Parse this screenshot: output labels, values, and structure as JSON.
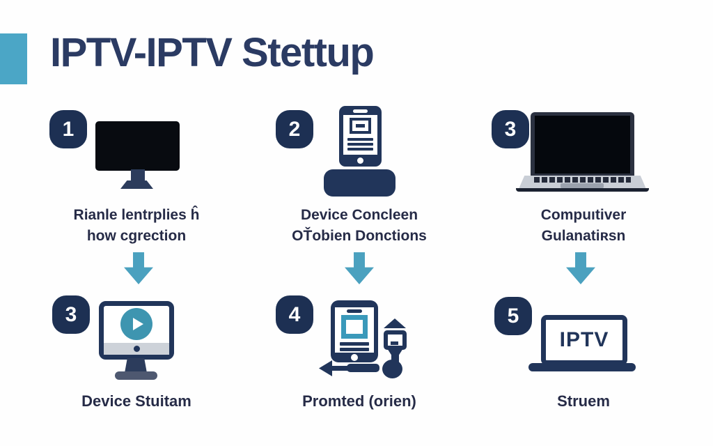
{
  "title": "IPTV-IPTV Stettup",
  "colors": {
    "navy": "#21355a",
    "badge_navy": "#1d3053",
    "teal_accent": "#4ba6c6",
    "teal_arrow": "#4ba1bf",
    "teal_play": "#3e95b0",
    "caption_text": "#262b47",
    "title_text": "#2b3b63"
  },
  "steps": [
    {
      "number": "1",
      "icon": "tv-icon",
      "caption": [
        "Rianle lentrplies ĥ",
        "how cgrection"
      ]
    },
    {
      "number": "2",
      "icon": "tablet-on-box-icon",
      "caption": [
        "Device Concleen",
        "OŤobien Donctions"
      ]
    },
    {
      "number": "3",
      "icon": "laptop-icon",
      "caption": [
        "Compuıtiver",
        "Gulanatiʀsn"
      ]
    },
    {
      "number": "3",
      "icon": "monitor-play-icon",
      "caption": [
        "Device Stuitam"
      ]
    },
    {
      "number": "4",
      "icon": "phone-setup-tools-icon",
      "caption": [
        "Promted (orien)"
      ]
    },
    {
      "number": "5",
      "icon": "laptop-iptv-icon",
      "caption": [
        "Struem"
      ],
      "screen_label": "IPTV"
    }
  ],
  "arrows": [
    "down-arrow",
    "down-arrow",
    "down-arrow"
  ]
}
